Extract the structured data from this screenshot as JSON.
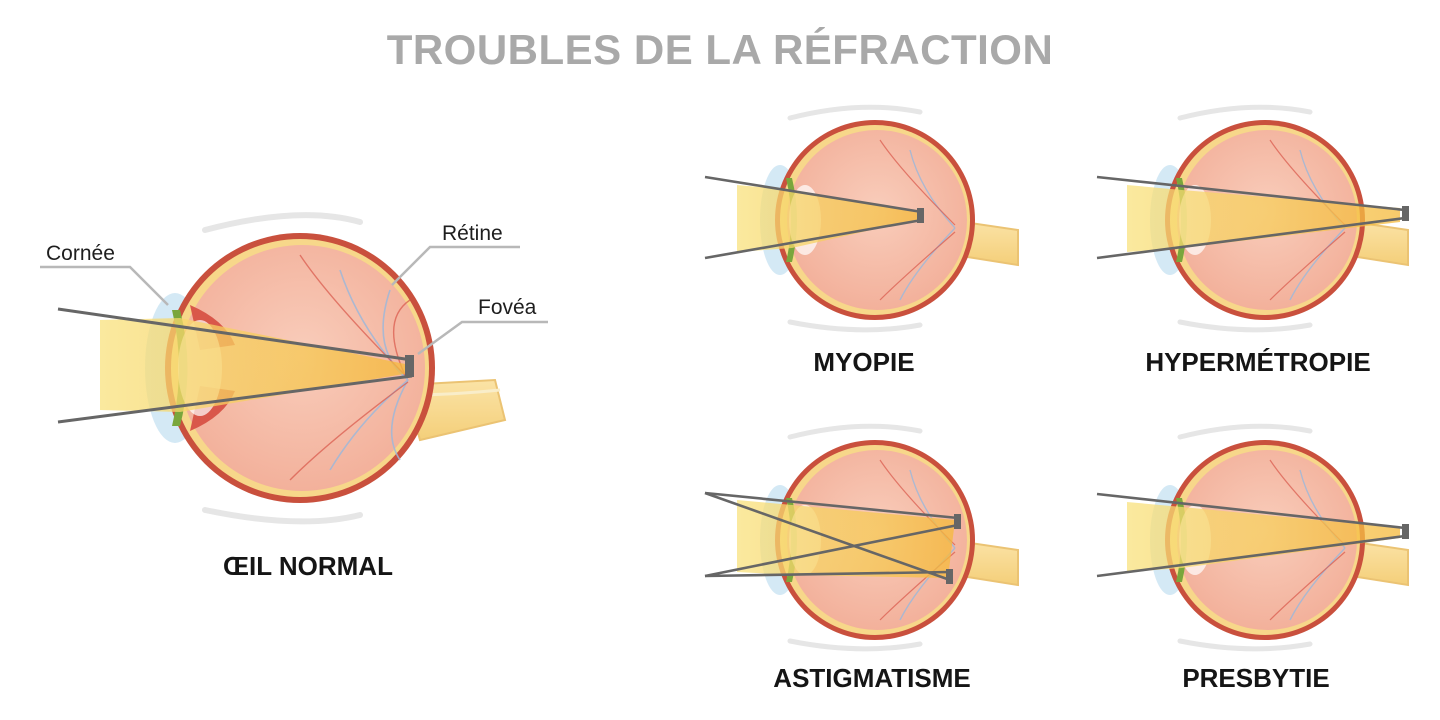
{
  "title": "TROUBLES DE LA RÉFRACTION",
  "labels": {
    "cornea": "Cornée",
    "retina": "Rétine",
    "fovea": "Fovéa"
  },
  "panels": {
    "normal": "ŒIL NORMAL",
    "myopia": "MYOPIE",
    "hyperopia": "HYPERMÉTROPIE",
    "astigmatism": "ASTIGMATISME",
    "presbyopia": "PRESBYTIE"
  },
  "colors": {
    "title": "#a9a9a9",
    "eye_wall": "#c9503d",
    "eye_interior": "#f6c1ad",
    "light_beam": "#f5c040",
    "ray_line": "#666666",
    "optic_nerve": "#f7d78a"
  }
}
